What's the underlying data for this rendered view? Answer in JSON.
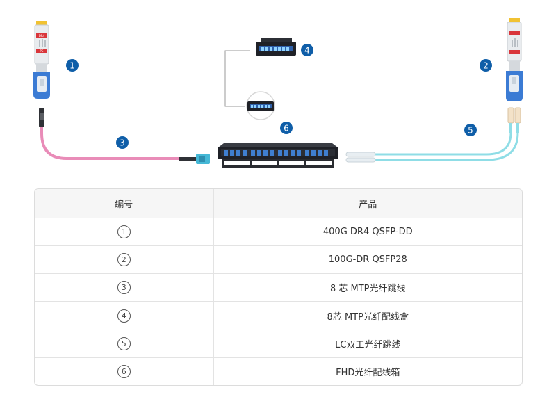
{
  "diagram": {
    "markers": [
      {
        "num": "1"
      },
      {
        "num": "2"
      },
      {
        "num": "3"
      },
      {
        "num": "4"
      },
      {
        "num": "5"
      },
      {
        "num": "6"
      }
    ],
    "colors": {
      "marker": "#0f5ea8",
      "mtp_cable": "#e98cb8",
      "lc_cable": "#8fdde6",
      "module_blue": "#3b7bd4",
      "device_dark": "#1f2127",
      "label_red": "#d9363b"
    },
    "device_labels": {
      "module_top": "DR4",
      "module_bottom": "PS"
    }
  },
  "table": {
    "headers": [
      "编号",
      "产品"
    ],
    "rows": [
      {
        "num": "1",
        "product": "400G DR4 QSFP-DD"
      },
      {
        "num": "2",
        "product": "100G-DR QSFP28"
      },
      {
        "num": "3",
        "product": "8 芯 MTP光纤跳线"
      },
      {
        "num": "4",
        "product": "8芯 MTP光纤配线盒"
      },
      {
        "num": "5",
        "product": "LC双工光纤跳线"
      },
      {
        "num": "6",
        "product": "FHD光纤配线箱"
      }
    ]
  }
}
